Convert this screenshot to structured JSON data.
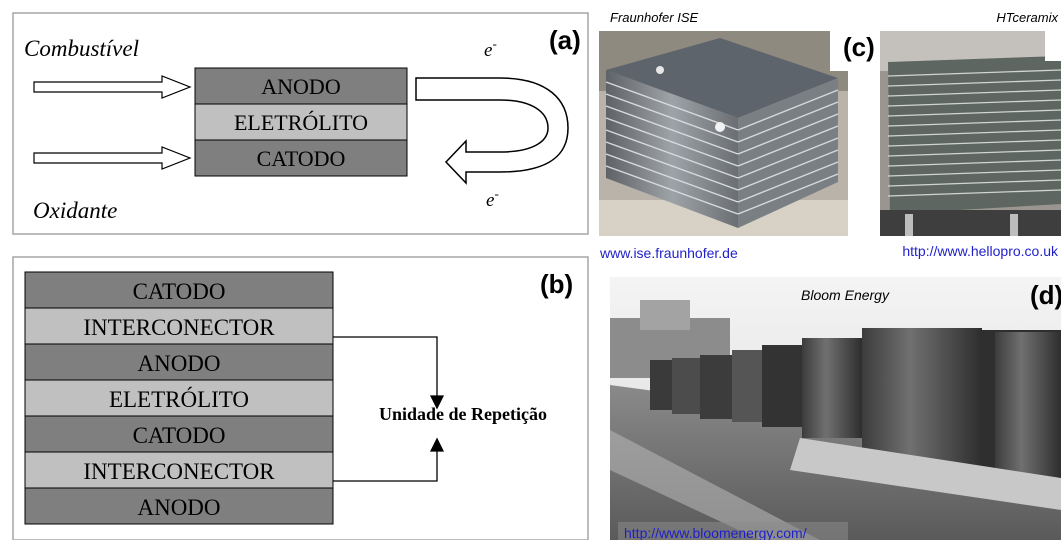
{
  "panel_a": {
    "tag": "(a)",
    "fuel_label": "Combustível",
    "oxidant_label": "Oxidante",
    "electron_top": "e",
    "electron_bottom": "e",
    "electron_sup": "-",
    "layers": [
      "ANODO",
      "ELETRÓLITO",
      "CATODO"
    ]
  },
  "panel_b": {
    "tag": "(b)",
    "layers": [
      "CATODO",
      "INTERCONECTOR",
      "ANODO",
      "ELETRÓLITO",
      "CATODO",
      "INTERCONECTOR",
      "ANODO"
    ],
    "repeat_label": "Unidade de Repetição"
  },
  "panel_c": {
    "tag": "(c)",
    "left_caption": "Fraunhofer ISE",
    "right_caption": "HTceramix",
    "left_url": "www.ise.fraunhofer.de",
    "right_url": "http://www.hellopro.co.uk"
  },
  "panel_d": {
    "tag": "(d)",
    "caption": "Bloom Energy",
    "url": "http://www.bloomenergy.com/"
  },
  "colors": {
    "dark_layer": "#7f7f7f",
    "light_layer": "#c0c0c0",
    "link": "#1f1fcc"
  }
}
